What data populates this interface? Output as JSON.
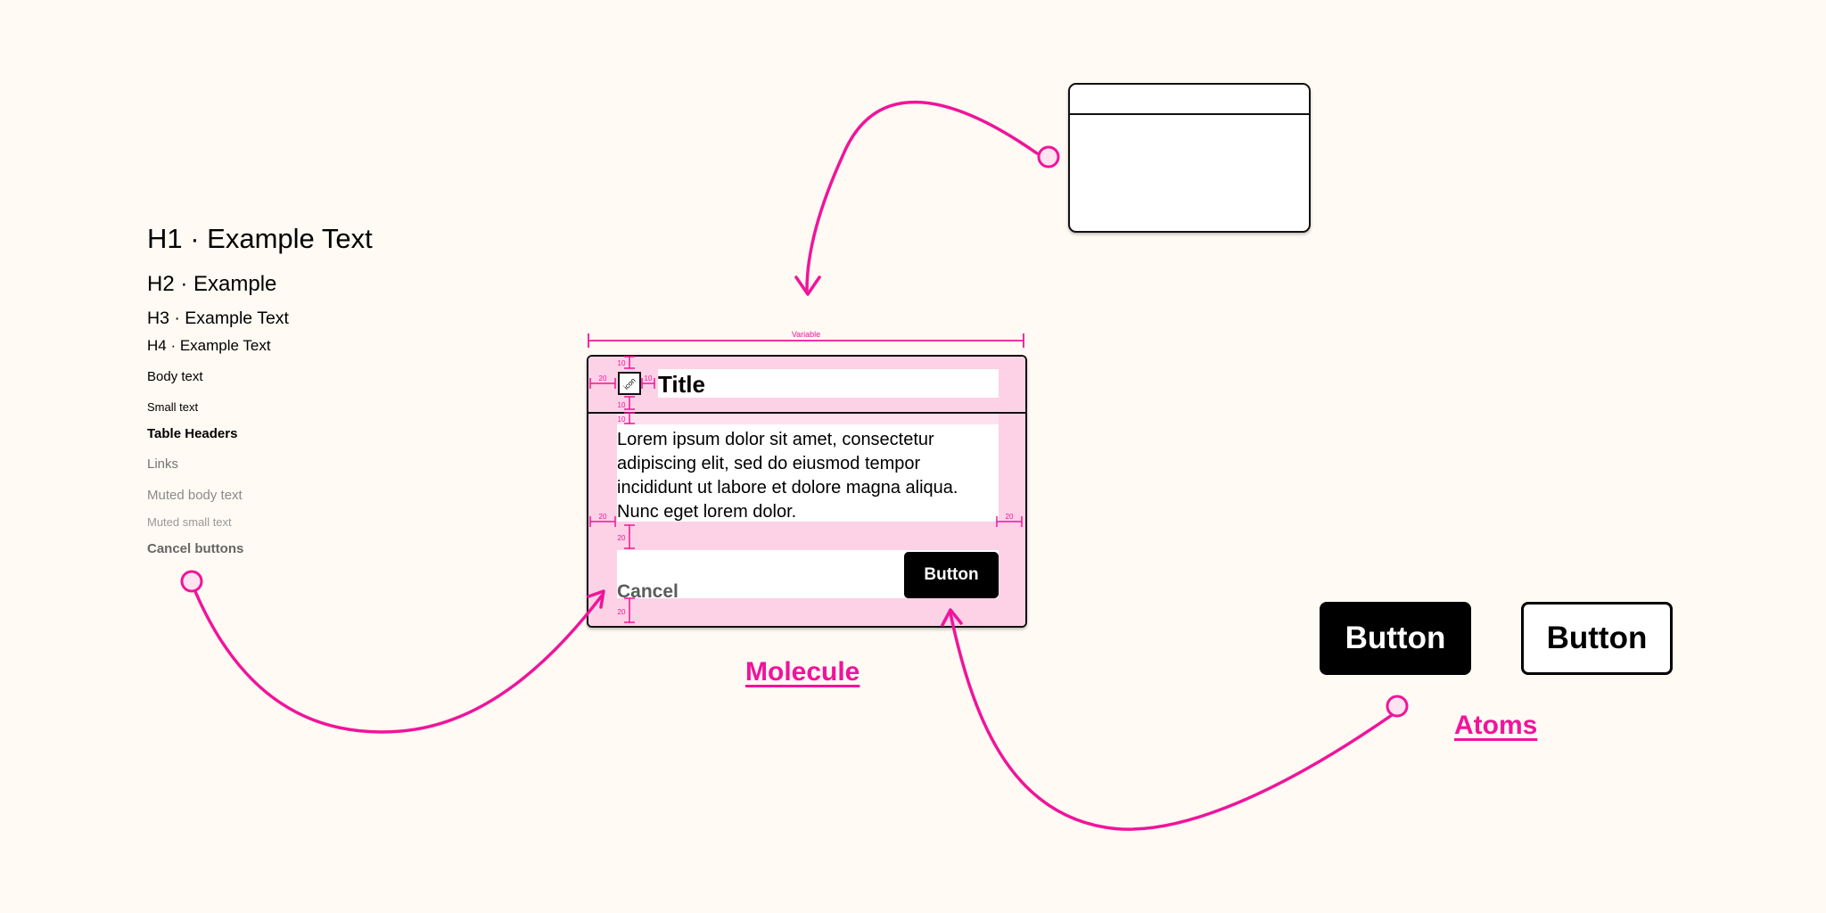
{
  "typography": {
    "h1": "H1 · Example Text",
    "h2": "H2 · Example",
    "h3": "H3 · Example Text",
    "h4": "H4 · Example Text",
    "body": "Body text",
    "small": "Small text",
    "table_headers": "Table Headers",
    "links": "Links",
    "muted_body": "Muted body text",
    "muted_small": "Muted small text",
    "cancel_buttons": "Cancel buttons"
  },
  "molecule": {
    "width_label": "Variable",
    "icon_label": "icon",
    "title": "Title",
    "body": "Lorem ipsum dolor sit amet, consectetur adipiscing elit, sed do eiusmod tempor incididunt ut labore et dolore magna aliqua. Nunc eget lorem dolor.",
    "cancel_label": "Cancel",
    "button_label": "Button",
    "spacing": {
      "padding_left": "20",
      "padding_right": "20",
      "icon_gap": "10",
      "header_top": "10",
      "header_bottom": "10",
      "body_top": "10",
      "body_bottom": "20",
      "footer_bottom": "20"
    },
    "caption": "Molecule"
  },
  "atoms": {
    "primary_button": "Button",
    "secondary_button": "Button",
    "caption": "Atoms"
  },
  "colors": {
    "accent": "#f0149b",
    "background": "#fffaf3",
    "spacing_fill": "#fdd2e6",
    "primary_button": "#000000"
  }
}
